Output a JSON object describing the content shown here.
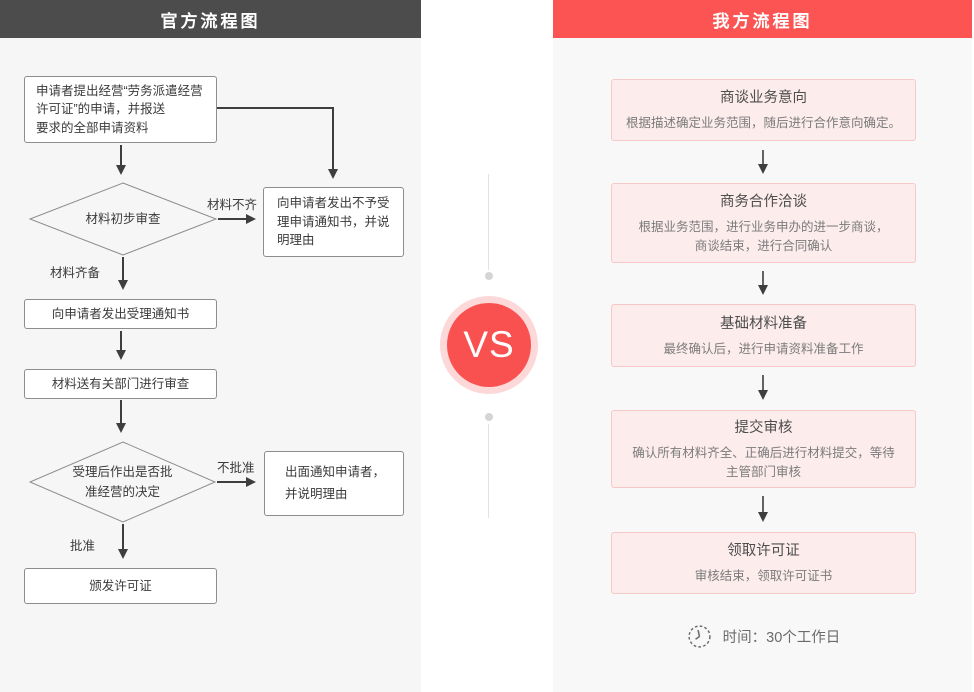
{
  "left_panel": {
    "title": "官方流程图",
    "header_color": "#4c4c4c",
    "nodes": {
      "start": "申请者提出经营“劳务派遣经营\n许可证”的申请，并报送\n要求的全部申请资料",
      "initial_review": "材料初步审查",
      "reject_notice": "向申请者发出不予受\n理申请通知书，并说\n明理由",
      "accept_notice": "向申请者发出受理通知书",
      "dept_review": "材料送有关部门进行审查",
      "decision": "受理后作出是否批\n准经营的决定",
      "decline_notice": "出面通知申请者，\n并说明理由",
      "issue_license": "颁发许可证"
    },
    "branch_labels": {
      "incomplete": "材料不齐",
      "complete": "材料齐备",
      "not_approved": "不批准",
      "approved": "批准"
    }
  },
  "divider": {
    "vs_text": "VS",
    "circle_color": "#f9514f",
    "halo_color": "#fcd8d8"
  },
  "right_panel": {
    "title": "我方流程图",
    "header_color": "#fb5452",
    "card_fill": "#fdecec",
    "card_border": "#f6c8c8",
    "steps": [
      {
        "title": "商谈业务意向",
        "desc": "根据描述确定业务范围，随后进行合作意向确定。"
      },
      {
        "title": "商务合作洽谈",
        "desc": "根据业务范围，进行业务申办的进一步商谈，\n商谈结束，进行合同确认"
      },
      {
        "title": "基础材料准备",
        "desc": "最终确认后，进行申请资料准备工作"
      },
      {
        "title": "提交审核",
        "desc": "确认所有材料齐全、正确后进行材料提交，等待\n主管部门审核"
      },
      {
        "title": "领取许可证",
        "desc": "审核结束，领取许可证书"
      }
    ],
    "footer": {
      "time_text": "时间：30个工作日"
    }
  }
}
